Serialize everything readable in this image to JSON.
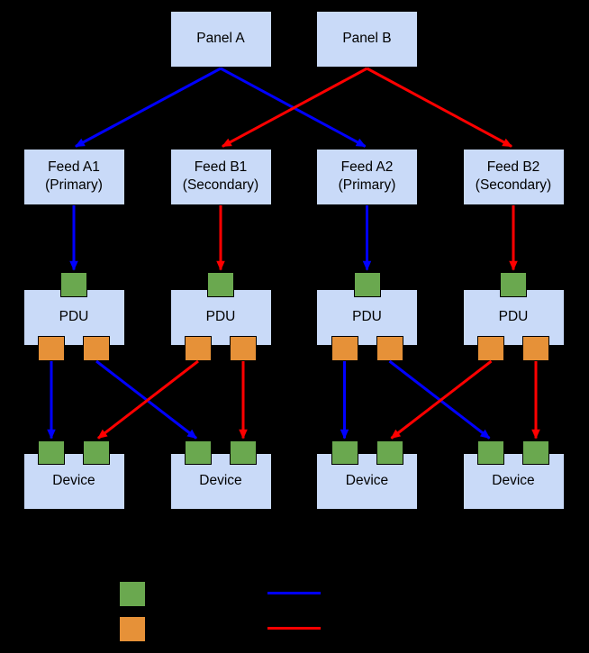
{
  "diagram": {
    "description": "Dual-feed redundant power distribution diagram",
    "panels": [
      {
        "id": "panel-a",
        "label": "Panel A"
      },
      {
        "id": "panel-b",
        "label": "Panel B"
      }
    ],
    "feeds": [
      {
        "id": "feed-a1",
        "name": "Feed A1",
        "role": "(Primary)"
      },
      {
        "id": "feed-b1",
        "name": "Feed B1",
        "role": "(Secondary)"
      },
      {
        "id": "feed-a2",
        "name": "Feed A2",
        "role": "(Primary)"
      },
      {
        "id": "feed-b2",
        "name": "Feed B2",
        "role": "(Secondary)"
      }
    ],
    "pdus": [
      {
        "id": "pdu-1",
        "label": "PDU"
      },
      {
        "id": "pdu-2",
        "label": "PDU"
      },
      {
        "id": "pdu-3",
        "label": "PDU"
      },
      {
        "id": "pdu-4",
        "label": "PDU"
      }
    ],
    "devices": [
      {
        "id": "device-1",
        "label": "Device"
      },
      {
        "id": "device-2",
        "label": "Device"
      },
      {
        "id": "device-3",
        "label": "Device"
      },
      {
        "id": "device-4",
        "label": "Device"
      }
    ],
    "connectors": {
      "input_square": "green",
      "output_square": "orange"
    },
    "edges": [
      {
        "from": "panel-a",
        "to": "feed-a1",
        "color": "blue"
      },
      {
        "from": "panel-a",
        "to": "feed-a2",
        "color": "blue"
      },
      {
        "from": "panel-b",
        "to": "feed-b1",
        "color": "red"
      },
      {
        "from": "panel-b",
        "to": "feed-b2",
        "color": "red"
      },
      {
        "from": "feed-a1",
        "to": "pdu-1-input",
        "color": "blue"
      },
      {
        "from": "feed-b1",
        "to": "pdu-2-input",
        "color": "red"
      },
      {
        "from": "feed-a2",
        "to": "pdu-3-input",
        "color": "blue"
      },
      {
        "from": "feed-b2",
        "to": "pdu-4-input",
        "color": "red"
      },
      {
        "from": "pdu-1-output-left",
        "to": "device-1-input-left",
        "color": "blue"
      },
      {
        "from": "pdu-1-output-right",
        "to": "device-2-input-left",
        "color": "blue"
      },
      {
        "from": "pdu-2-output-left",
        "to": "device-1-input-right",
        "color": "red"
      },
      {
        "from": "pdu-2-output-right",
        "to": "device-2-input-right",
        "color": "red"
      },
      {
        "from": "pdu-3-output-left",
        "to": "device-3-input-left",
        "color": "blue"
      },
      {
        "from": "pdu-3-output-right",
        "to": "device-4-input-left",
        "color": "blue"
      },
      {
        "from": "pdu-4-output-left",
        "to": "device-3-input-right",
        "color": "red"
      },
      {
        "from": "pdu-4-output-right",
        "to": "device-4-input-right",
        "color": "red"
      }
    ],
    "legend": {
      "swatches": [
        {
          "id": "legend-green",
          "color": "green"
        },
        {
          "id": "legend-orange",
          "color": "orange"
        }
      ],
      "lines": [
        {
          "id": "legend-blue",
          "color": "blue"
        },
        {
          "id": "legend-red",
          "color": "red"
        }
      ]
    }
  },
  "colors": {
    "background": "#000000",
    "box_fill": "#c9daf8",
    "green": "#6aa84f",
    "orange": "#e69138",
    "blue": "#0000ff",
    "red": "#ff0000",
    "text": "#000000"
  }
}
